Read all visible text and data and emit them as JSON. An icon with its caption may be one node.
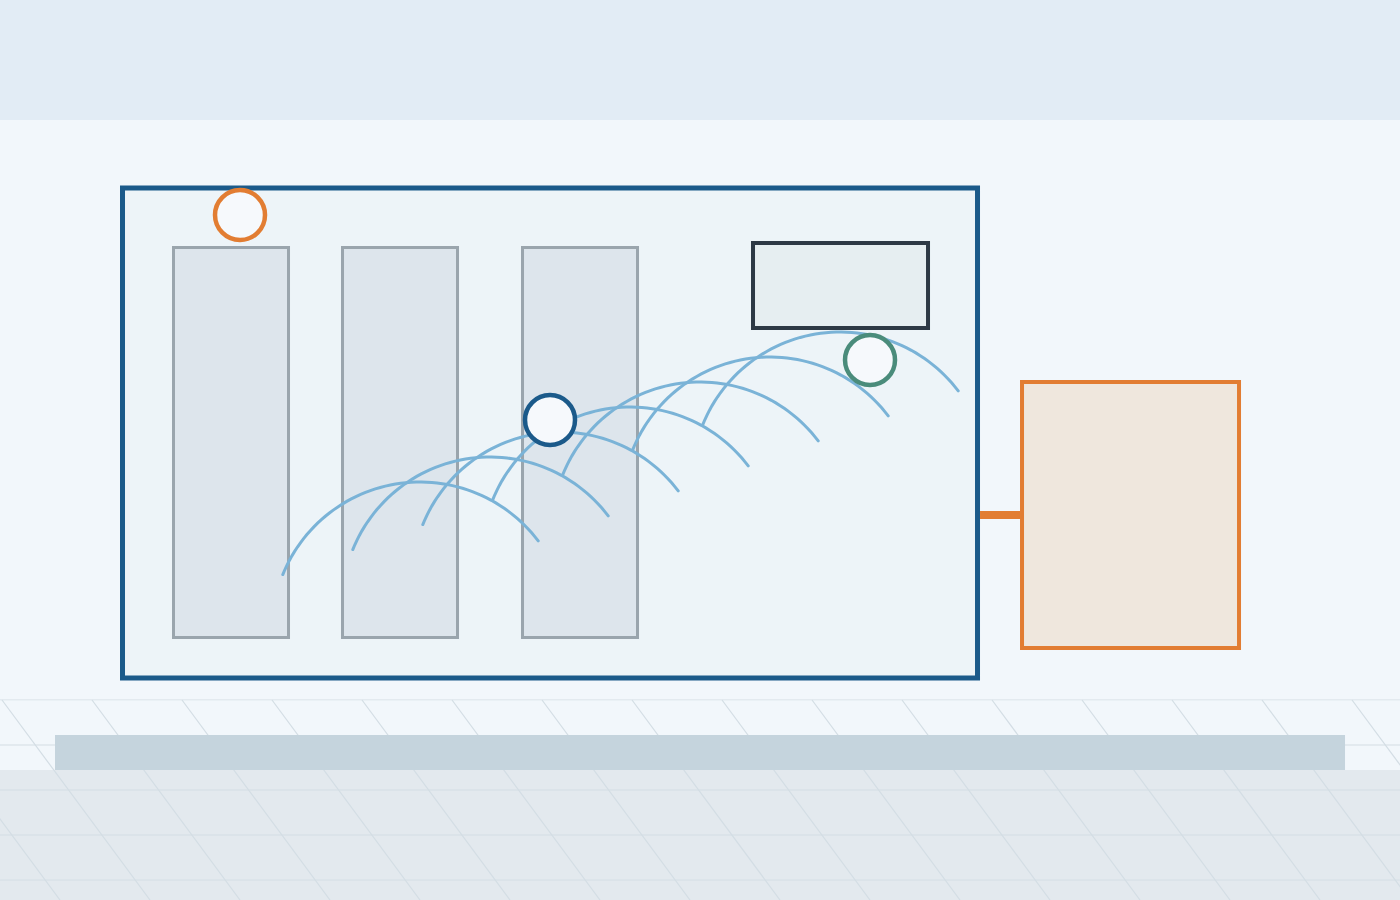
{
  "diagram": {
    "nodes": [
      {
        "text": [],
        "shape": "box"
      },
      {
        "text": [],
        "shape": "circle",
        "in": 0
      },
      {
        "text": [],
        "shape": "bar",
        "in": 0
      },
      {
        "text": [],
        "shape": "bar",
        "in": 0
      },
      {
        "text": [],
        "shape": "bar",
        "in": 0
      },
      {
        "text": [],
        "shape": "box",
        "in": 0
      },
      {
        "text": [],
        "shape": "circle",
        "in": 4
      },
      {
        "text": [],
        "shape": "circle",
        "in": 0
      },
      {
        "text": [],
        "shape": "box"
      }
    ],
    "edges": [
      {
        "from": 0,
        "to": 8,
        "arrow": "none",
        "color": "#e27d32"
      }
    ]
  }
}
